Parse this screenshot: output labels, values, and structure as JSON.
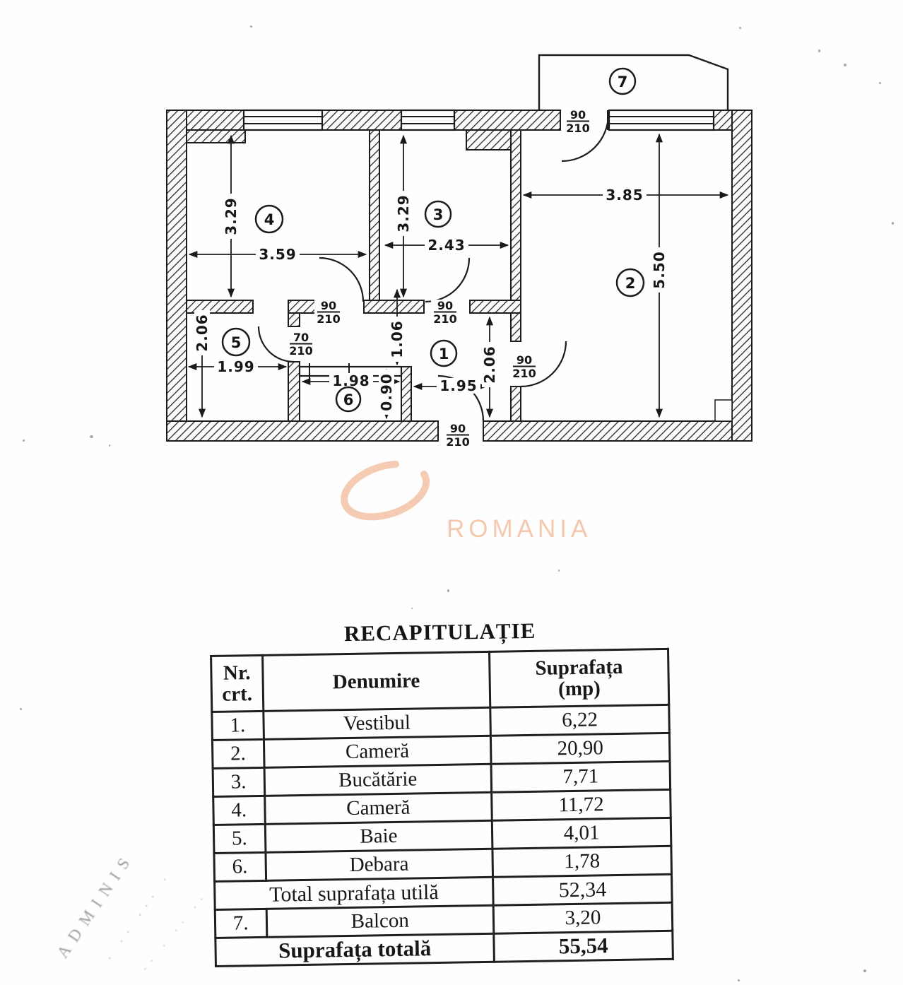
{
  "plan": {
    "rooms": {
      "r1": "1",
      "r2": "2",
      "r3": "3",
      "r4": "4",
      "r5": "5",
      "r6": "6",
      "r7": "7"
    },
    "dims": {
      "room4_h": "3.29",
      "room4_w": "3.59",
      "room3_h": "3.29",
      "room3_w": "2.43",
      "room2_w": "3.85",
      "room2_h": "5.50",
      "room5_h": "2.06",
      "room5_w": "1.99",
      "room6_w": "1.98",
      "room6_h": "0.90",
      "vest_h_upper": "1.06",
      "vest_h_right": "2.06",
      "vest_w": "1.95"
    },
    "doors": {
      "w90": "90",
      "w70": "70",
      "h210": "210"
    }
  },
  "watermark": {
    "text": "ROMANIA"
  },
  "table": {
    "title": "RECAPITULAȚIE",
    "headers": {
      "nr_line1": "Nr.",
      "nr_line2": "crt.",
      "denumire": "Denumire",
      "suprafata_line1": "Suprafața",
      "suprafata_line2": "(mp)"
    },
    "rows": [
      {
        "nr": "1.",
        "denumire": "Vestibul",
        "suprafata": "6,22"
      },
      {
        "nr": "2.",
        "denumire": "Cameră",
        "suprafata": "20,90"
      },
      {
        "nr": "3.",
        "denumire": "Bucătărie",
        "suprafata": "7,71"
      },
      {
        "nr": "4.",
        "denumire": "Cameră",
        "suprafata": "11,72"
      },
      {
        "nr": "5.",
        "denumire": "Baie",
        "suprafata": "4,01"
      },
      {
        "nr": "6.",
        "denumire": "Debara",
        "suprafata": "1,78"
      }
    ],
    "total_util": {
      "label": "Total suprafața utilă",
      "value": "52,34"
    },
    "balcon_row": {
      "nr": "7.",
      "denumire": "Balcon",
      "suprafata": "3,20"
    },
    "grand_total": {
      "label": "Suprafața totală",
      "value": "55,54"
    }
  },
  "stamp": {
    "line1": "ADMINIS",
    "line2": "· ·· ··· ·",
    "line3": "·· · ·· ··"
  }
}
